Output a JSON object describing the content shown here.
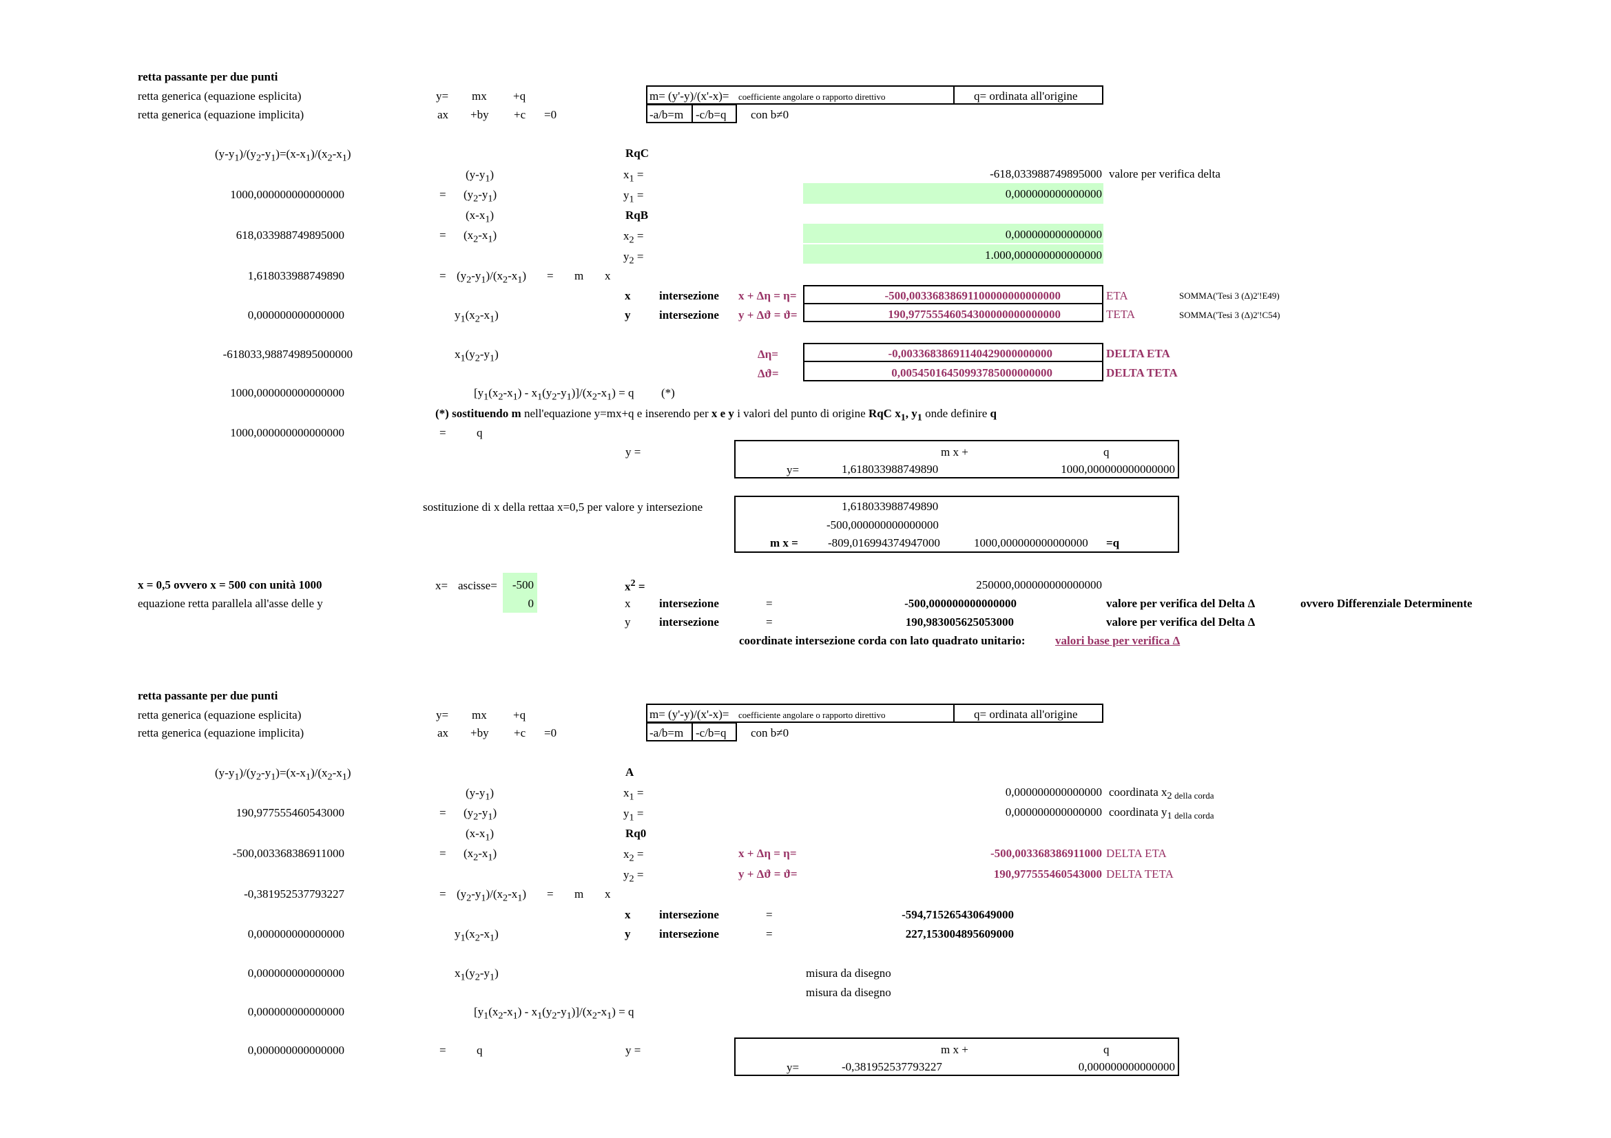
{
  "s1": {
    "title": "retta passante per due punti",
    "exp_label": "retta generica (equazione esplicita)",
    "imp_label": "retta generica (equazione implicita)",
    "exp_y": "y=",
    "exp_mx": "mx",
    "exp_q": "+q",
    "imp_ax": "ax",
    "imp_by": "+by",
    "imp_c": "+c",
    "imp_0": "=0",
    "m_def": "m= (y'-y)/(x'-x)=",
    "m_desc": "coefficiente angolare o rapporto direttivo",
    "q_def": "q= ordinata all'origine",
    "ab": "-a/b=m",
    "cb": "-c/b=q",
    "cond": "con b≠0",
    "formula": "(y-y1)/(y2-y1)=(x-x1)/(x2-x1)",
    "pt_c": "RqC",
    "pt_b": "RqB",
    "ya": "(y-y1)",
    "y2y1": "(y2-y1)",
    "xa": "(x-x1)",
    "x2x1": "(x2-x1)",
    "m_frac": "(y2-y1)/(x2-x1)",
    "eq": "=",
    "m": "m",
    "x": "x",
    "v_dy": "1000,000000000000000",
    "v_dx": "618,033988749895000",
    "v_m": "1,618033988749890",
    "v_y1x": "0,000000000000000",
    "v_x1y": "-618033,988749895000000",
    "v_qnum": "1000,000000000000000",
    "v_q": "1000,000000000000000",
    "x1l": "x1 =",
    "y1l": "y1 =",
    "x2l": "x2 =",
    "y2l": "y2 =",
    "x1v": "-618,033988749895000",
    "x1note": "valore per verifica delta",
    "y1v": "0,000000000000000",
    "x2v": "0,000000000000000",
    "y2v": "1.000,000000000000000",
    "xi": "x",
    "yi": "y",
    "inter": "intersezione",
    "eta_f": "x + Δη = η=",
    "teta_f": "y + Δϑ = ϑ=",
    "eta_v": "-500,00336838691100000000000000",
    "teta_v": "190,97755546054300000000000000",
    "eta_lbl": "ETA",
    "teta_lbl": "TETA",
    "eta_ref": "SOMMA('Tesi 3 (Δ)2'!E49)",
    "teta_ref": "SOMMA('Tesi 3 (Δ)2'!C54)",
    "deta_f": "Δη=",
    "dteta_f": "Δϑ=",
    "deta_v": "-0,00336838691140429000000000",
    "dteta_v": "0,00545016450993785000000000",
    "deta_lbl": "DELTA ETA",
    "dteta_lbl": "DELTA TETA",
    "y1x2x1": "y1(x2-x1)",
    "x1y2y1": "x1(y2-y1)",
    "q_formula": "[y1(x2-x1) - x1(y2-y1)]/(x2-x1) = q",
    "star": "(*)",
    "note_star": "(*)",
    "note_a": "sostituendo m",
    "note_b": "nell'equazione y=mx+q e inserendo per",
    "note_xy": "x e y",
    "note_c": "i valori del punto di origine",
    "note_d": "RqC x1, y1",
    "note_e": "onde definire",
    "note_q": "q",
    "q_lbl": "q",
    "y_eq": "y =",
    "box_mx": "m x +",
    "box_q": "q",
    "box_y": "y=",
    "box_mv": "1,618033988749890",
    "box_qv": "1000,000000000000000",
    "sost_lbl": "sostituzione di x della rettaa x=0,5 per valore y intersezione",
    "s_m": "1,618033988749890",
    "s_x": "-500,000000000000000",
    "s_mx_l": "m x =",
    "s_mx": "-809,016994374947000",
    "s_q": "1000,000000000000000",
    "s_qeq": "=q"
  },
  "s2": {
    "title": "x = 0,5 ovvero x = 500 con unità 1000",
    "sub": "equazione retta  parallela all'asse delle y",
    "xeq": "x=",
    "ascisse": "ascisse=",
    "a_v": "-500",
    "a_0": "0",
    "x2l": "x2 =",
    "x2v": "250000,000000000000000",
    "xi": "x",
    "yi": "y",
    "inter": "intersezione",
    "eq": "=",
    "xv": "-500,000000000000000",
    "yv": "190,983005625053000",
    "ver": "valore per verifica del Delta Δ",
    "ovvero": "ovvero Differenziale Determinente",
    "coord": "coordinate intersezione corda con lato quadrato unitario:",
    "link": "valori base per verifica Δ"
  },
  "s3": {
    "title": "retta passante per due punti",
    "exp_label": "retta generica (equazione esplicita)",
    "imp_label": "retta generica (equazione implicita)",
    "exp_y": "y=",
    "exp_mx": "mx",
    "exp_q": "+q",
    "imp_ax": "ax",
    "imp_by": "+by",
    "imp_c": "+c",
    "imp_0": "=0",
    "m_def": "m= (y'-y)/(x'-x)=",
    "m_desc": "coefficiente angolare o rapporto direttivo",
    "q_def": "q= ordinata all'origine",
    "ab": "-a/b=m",
    "cb": "-c/b=q",
    "cond": "con b≠0",
    "formula": "(y-y1)/(y2-y1)=(x-x1)/(x2-x1)",
    "pt_a": "A",
    "pt_q": "Rq0",
    "ya": "(y-y1)",
    "y2y1": "(y2-y1)",
    "xa": "(x-x1)",
    "x2x1": "(x2-x1)",
    "m_frac": "(y2-y1)/(x2-x1)",
    "eq": "=",
    "m": "m",
    "x": "x",
    "v_dy": "190,977555460543000",
    "v_dx": "-500,003368386911000",
    "v_m": "-0,381952537793227",
    "v_y1x": "0,000000000000000",
    "v_x1y": "0,000000000000000",
    "v_qnum": "0,000000000000000",
    "v_q": "0,000000000000000",
    "x1l": "x1 =",
    "y1l": "y1 =",
    "x2l": "x2 =",
    "y2l": "y2 =",
    "x1v": "0,000000000000000",
    "x1note": "coordinata x2",
    "x1note_s": "della corda",
    "y1v": "0,000000000000000",
    "y1note": "coordinata y1",
    "y1note_s": "della corda",
    "eta_f": "x + Δη = η=",
    "teta_f": "y + Δϑ = ϑ=",
    "x2v": "-500,003368386911000",
    "y2v": "190,977555460543000",
    "deta_lbl": "DELTA ETA",
    "dteta_lbl": "DELTA TETA",
    "xi": "x",
    "yi": "y",
    "inter": "intersezione",
    "xiv": "-594,715265430649000",
    "yiv": "227,153004895609000",
    "y1x2x1": "y1(x2-x1)",
    "x1y2y1": "x1(y2-y1)",
    "misura1": "misura da disegno",
    "misura2": "misura da disegno",
    "q_formula": "[y1(x2-x1) - x1(y2-y1)]/(x2-x1) = q",
    "q_lbl": "q",
    "y_eq": "y =",
    "box_mx": "m x +",
    "box_q": "q",
    "box_y": "y=",
    "box_mv": "-0,381952537793227",
    "box_qv": "0,000000000000000"
  },
  "colors": {
    "accent": "#993366",
    "cell_green": "#ccffcc"
  }
}
